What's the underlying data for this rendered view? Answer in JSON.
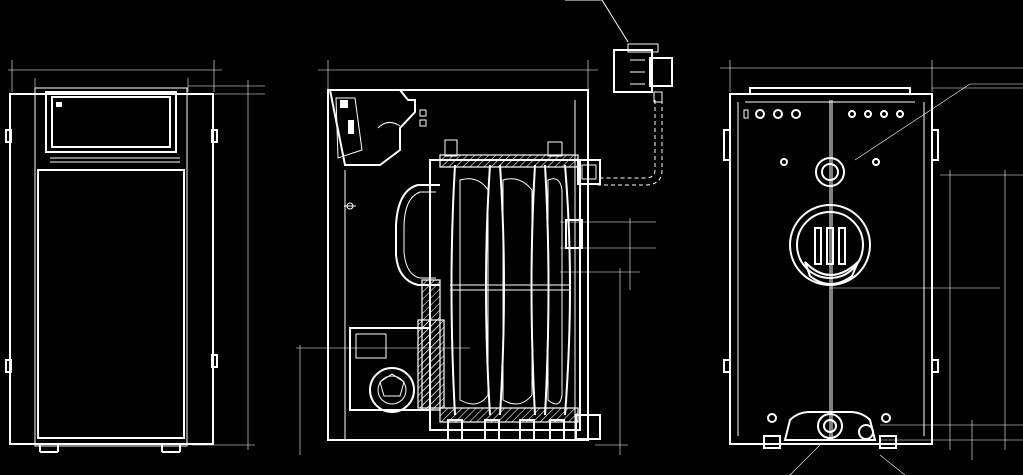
{
  "drawing": {
    "background_color": "#000000",
    "line_color": "#ffffff",
    "views": [
      {
        "view": "front"
      },
      {
        "view": "section"
      },
      {
        "view": "rear"
      }
    ]
  }
}
